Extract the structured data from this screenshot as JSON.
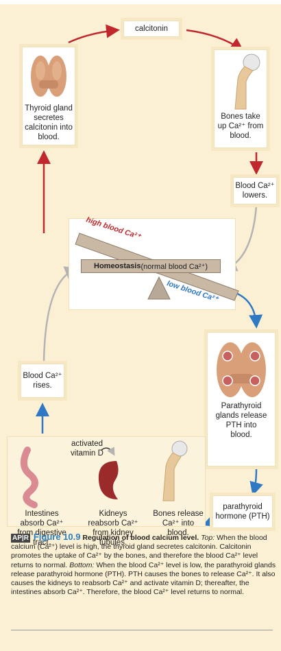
{
  "labels": {
    "calcitonin": "calcitonin",
    "thyroid": "Thyroid gland secretes calcitonin into blood.",
    "bones_take": "Bones take up Ca²⁺ from blood.",
    "ca_lowers": "Blood Ca²⁺ lowers.",
    "high_blood": "high blood Ca²⁺",
    "low_blood": "low blood Ca²⁺",
    "homeostasis_bold": "Homeostasis",
    "homeostasis_rest": " (normal blood Ca²⁺)",
    "parathyroid": "Parathyroid glands release PTH into blood.",
    "ca_rises": "Blood Ca²⁺ rises.",
    "pth": "parathyroid hormone (PTH)",
    "activated": "activated vitamin D",
    "intestines": "Intestines absorb Ca²⁺ from digestive tract.",
    "kidneys": "Kidneys reabsorb Ca²⁺ from kidney tubules.",
    "bones_release": "Bones release Ca²⁺ into blood."
  },
  "caption": {
    "apr": "AP|R",
    "figure": "Figure 10.9",
    "title": "Regulation of blood calcium level.",
    "top_label": "Top:",
    "top_text": " When the blood calcium (Ca²⁺) level is high, the thyroid gland secretes calcitonin. Calcitonin promotes the uptake of Ca²⁺ by the bones, and therefore the blood Ca²⁺ level returns to normal.",
    "bottom_label": "Bottom:",
    "bottom_text": " When the blood Ca²⁺ level is low, the parathyroid glands release parathyroid hormone (PTH). PTH causes the bones to release Ca²⁺. It also causes the kidneys to reabsorb Ca²⁺ and activate vitamin D; thereafter, the intestines absorb Ca²⁺. Therefore, the blood Ca²⁺ level returns to normal."
  },
  "colors": {
    "red_arrow": "#c0282d",
    "blue_arrow": "#2f78c4",
    "gray_arrow": "#b3b3b3"
  }
}
